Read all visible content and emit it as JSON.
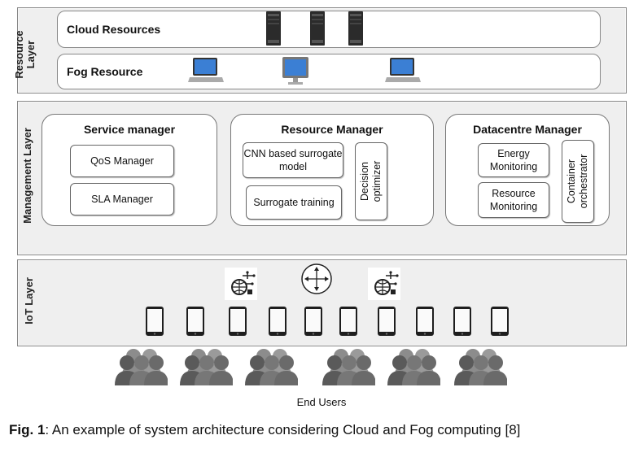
{
  "resource_layer": {
    "label": "Resource Layer",
    "cloud": {
      "label": "Cloud Resources",
      "icons": [
        "server-icon",
        "server-icon",
        "server-icon"
      ]
    },
    "fog": {
      "label": "Fog Resource",
      "icons": [
        "laptop-icon",
        "monitor-icon",
        "laptop-icon"
      ]
    }
  },
  "management_layer": {
    "label": "Management Layer",
    "service_manager": {
      "title": "Service manager",
      "items": [
        "QoS Manager",
        "SLA Manager"
      ]
    },
    "resource_manager": {
      "title": "Resource Manager",
      "items": [
        "CNN based surrogate model",
        "Surrogate training"
      ],
      "side": "Decision optimizer"
    },
    "datacentre_manager": {
      "title": "Datacentre Manager",
      "items": [
        "Energy Monitoring",
        "Resource Monitoring"
      ],
      "side": "Container orchestrator"
    }
  },
  "iot_layer": {
    "label": "IoT Layer",
    "gateway_icons": [
      "iot-gateway-icon",
      "router-icon",
      "iot-gateway-icon"
    ],
    "device_count": 10,
    "user_group_count": 6
  },
  "end_users_label": "End Users",
  "caption": {
    "prefix": "Fig. 1",
    "text": ": An example of system architecture considering Cloud and Fog computing [8]"
  }
}
